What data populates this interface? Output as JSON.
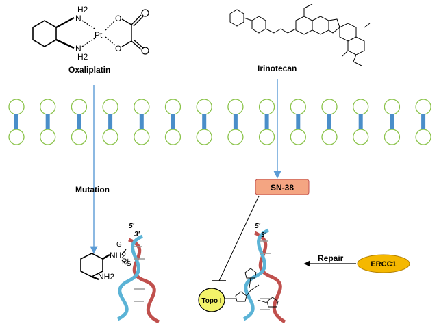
{
  "drugs": {
    "oxaliplatin": "Oxaliplatin",
    "irinotecan": "Irinotecan"
  },
  "metabolite": "SN-38",
  "process_labels": {
    "mutation": "Mutation",
    "repair": "Repair"
  },
  "enzymes": {
    "topo": "Topo I",
    "ercc1": "ERCC1"
  },
  "strand_ends": {
    "left_5": "5'",
    "left_3": "3'",
    "right_5": "5'",
    "right_3": "3'"
  },
  "adduct": {
    "nh2_upper": "NH2",
    "nh2_lower": "NH2",
    "pt": "Pt",
    "g_upper": "G",
    "g_lower": "G"
  },
  "oxaliplatin_structure": {
    "h2_top": "H2",
    "h2_bottom": "H2",
    "n_top": "N",
    "n_bottom": "N",
    "pt": "Pt",
    "o_top": "O",
    "o_bottom": "O"
  },
  "membrane_units": 14,
  "colors": {
    "membrane_circle": "#8bc34a",
    "membrane_bar": "#4a8ec9",
    "arrow": "#5b9bd5",
    "sn38_fill": "#f4a582",
    "topo_fill": "#f3f36a",
    "ercc1_fill": "#f5b800",
    "dna_red": "#c0504d",
    "dna_blue": "#5bb3d6"
  }
}
